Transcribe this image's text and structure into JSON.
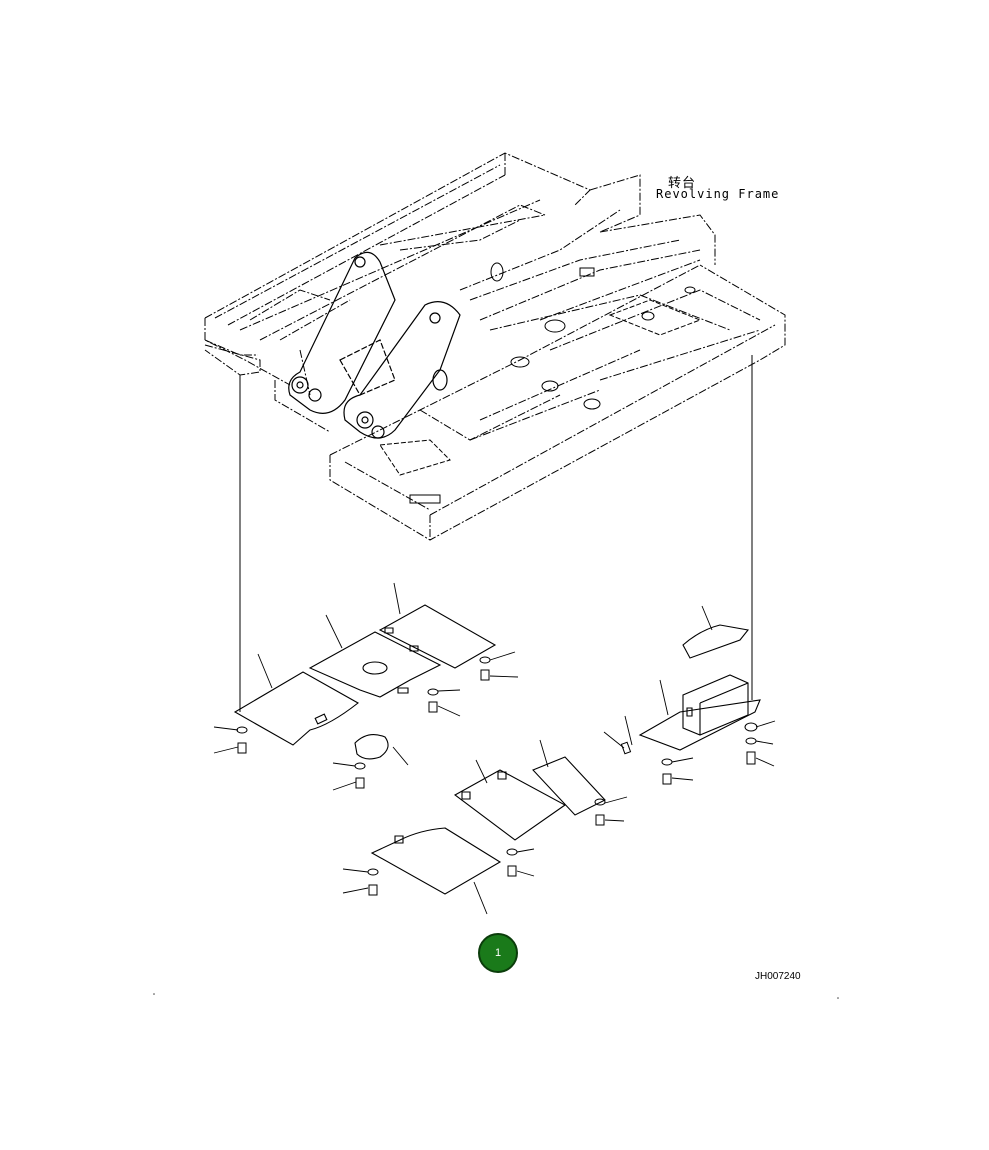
{
  "frame_label": {
    "chinese": "转台",
    "english": "Revolving Frame"
  },
  "drawing_ref": "JH007240",
  "callouts": [
    {
      "number": "1",
      "color": "#1a7a1a"
    }
  ]
}
